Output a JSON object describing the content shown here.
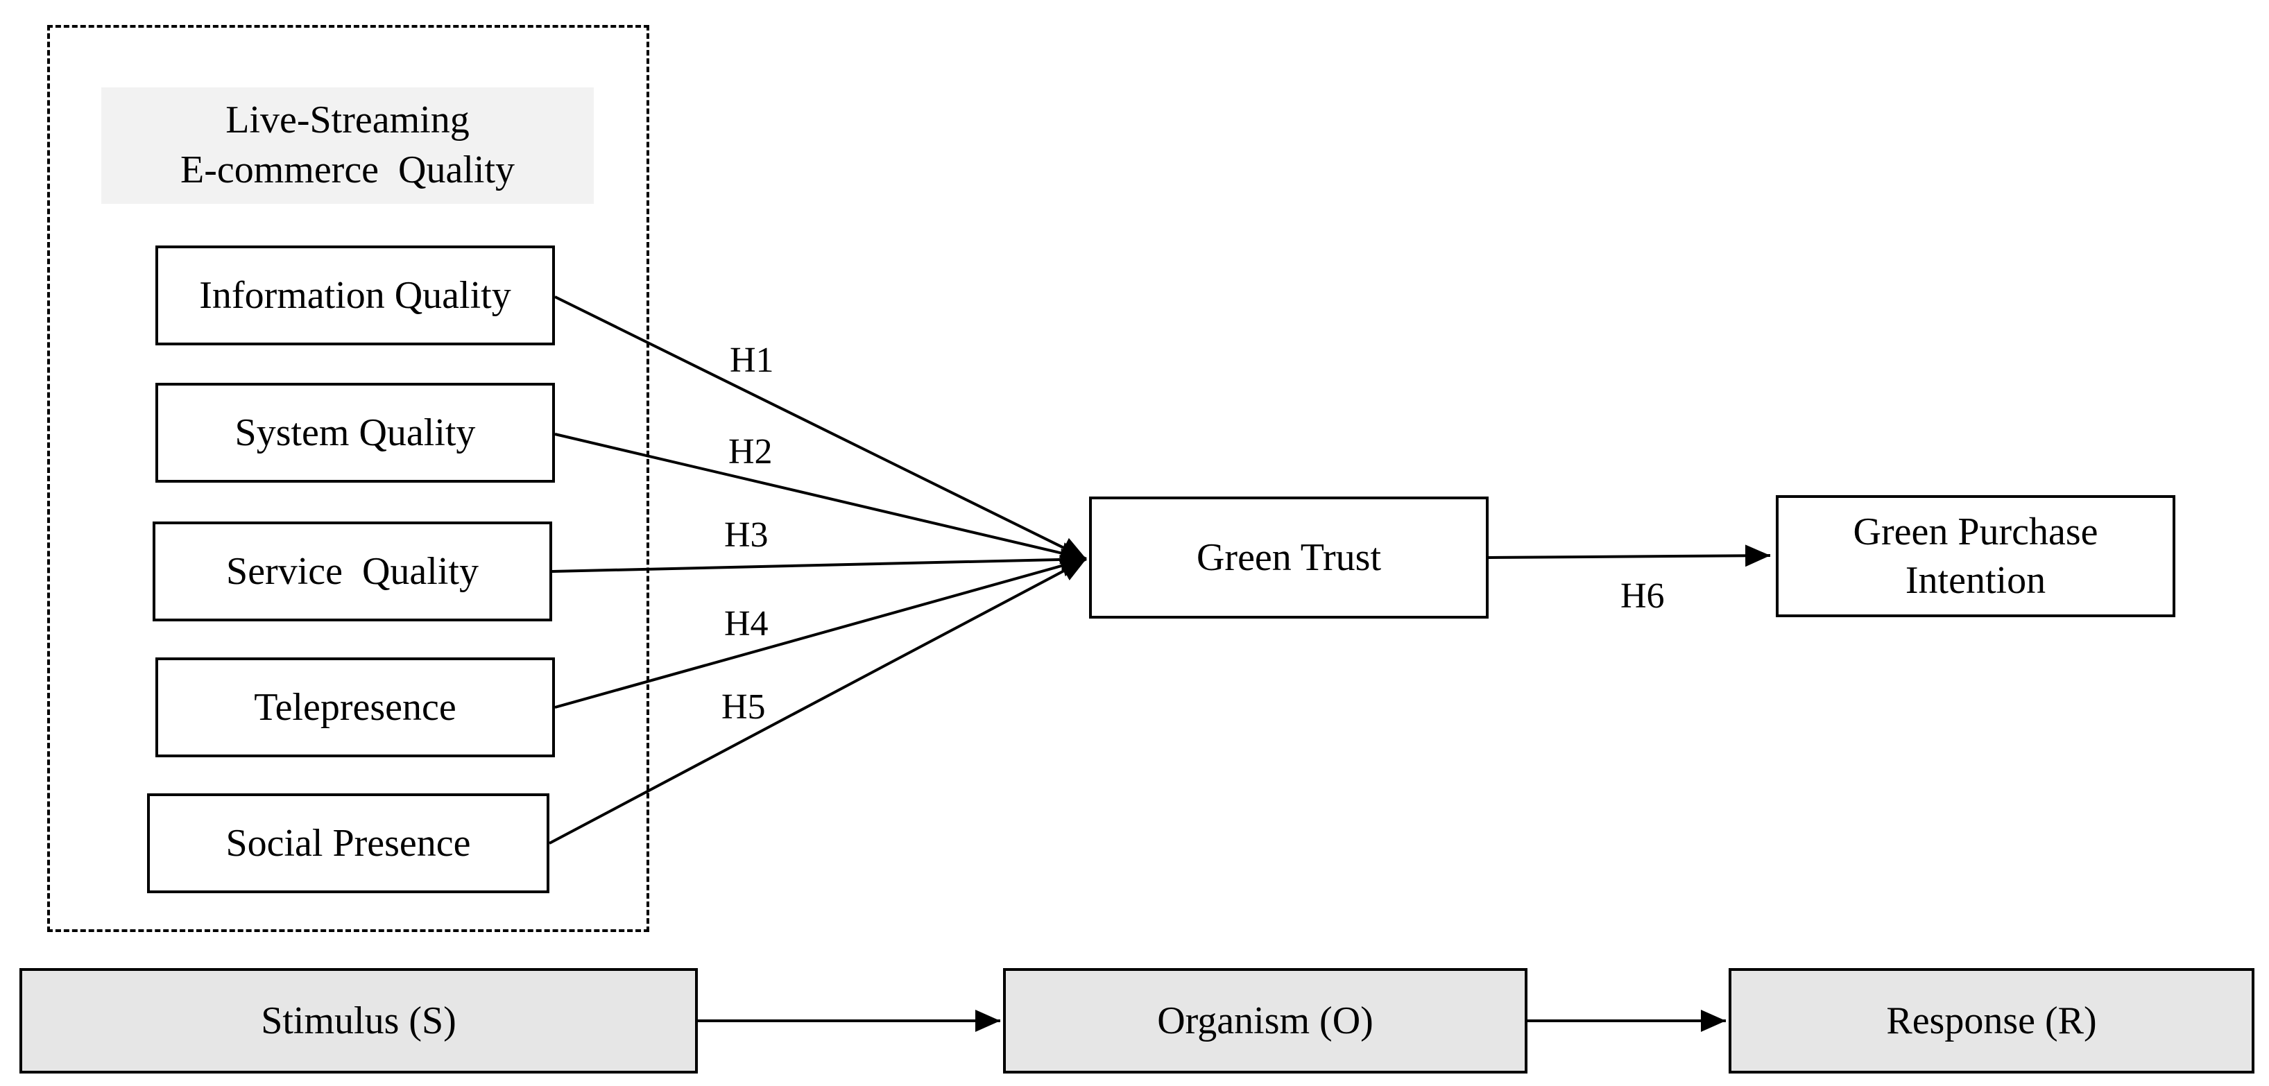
{
  "group": {
    "title_line1": "Live-Streaming",
    "title_line2": "E-commerce  Quality"
  },
  "constructs": {
    "information_quality": "Information Quality",
    "system_quality": "System Quality",
    "service_quality": "Service  Quality",
    "telepresence": "Telepresence",
    "social_presence": "Social Presence",
    "green_trust": "Green Trust",
    "green_purchase_line1": "Green Purchase",
    "green_purchase_line2": "Intention"
  },
  "hypotheses": {
    "h1": "H1",
    "h2": "H2",
    "h3": "H3",
    "h4": "H4",
    "h5": "H5",
    "h6": "H6"
  },
  "sor": {
    "stimulus": "Stimulus (S)",
    "organism": "Organism (O)",
    "response": "Response (R)"
  }
}
